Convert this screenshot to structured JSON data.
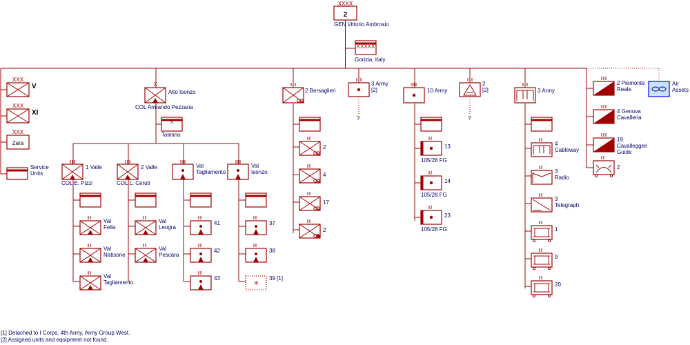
{
  "hq": {
    "echelon": "XXXX",
    "number": "2",
    "commander": "GEN  Vittorio Ambrosio"
  },
  "hq_base": {
    "echelon": "XXXXX",
    "location": "Gorizia, Italy"
  },
  "corps_v": {
    "echelon": "XXX",
    "label": "V"
  },
  "corps_xi": {
    "echelon": "XXX",
    "label": "XI"
  },
  "corps_zara": {
    "echelon": "XXX",
    "label": "Zara"
  },
  "service_units": {
    "label": "Service Units"
  },
  "alto_isonzo": {
    "echelon": "X",
    "name": "Alto Isonzo",
    "commander": "COL  Armando Pezzana"
  },
  "tolmino": {
    "echelon": "X",
    "name": "Tolmino"
  },
  "valle1": {
    "name": "1 Valle",
    "commander": "COL  E. Pizzi"
  },
  "valle2": {
    "name": "2 Valle",
    "commander": "COL  L. Ceruti"
  },
  "val_tagliamento_grp": {
    "name": "Val Tagliamento"
  },
  "val_isonzo_grp": {
    "name": "Val Isonzo"
  },
  "valle1_bns": [
    "Val Fella",
    "Val Natisone",
    "Val Tagliamento"
  ],
  "valle2_bns": [
    "Val Leogra",
    "Val Pescara"
  ],
  "vt_bns": [
    "41",
    "42",
    "43"
  ],
  "vi_bns": [
    "37",
    "38",
    "39 [1]"
  ],
  "bersaglieri": {
    "name": "2 Bersaglieri",
    "bns": [
      "2",
      "4",
      "17",
      "2"
    ]
  },
  "army3_a": {
    "name": "3 Army [2]",
    "unknown": "?"
  },
  "army10": {
    "name": "10 Army",
    "bns": [
      "13",
      "14",
      "23"
    ],
    "caption": "105/28 FG"
  },
  "reg2": {
    "name": "2 [2]",
    "unknown": "?"
  },
  "army3_b": {
    "name": "3 Army",
    "bns": [
      "4 Cableway",
      "3 Radio",
      "3 Telegraph",
      "1",
      "9",
      "20"
    ]
  },
  "cavalry": [
    "2 Piemonte Reale",
    "4 Genova Cavalleria",
    "19 Cavalleggeri Guide"
  ],
  "cav_engineer": {
    "label": "2"
  },
  "air": {
    "label": "Air Assets"
  },
  "footnotes": [
    "[1] Detached to I Corps, 4th Army, Army Group West.",
    "[2] Assigned units and equipment not found."
  ],
  "colors": {
    "line": "#a00000",
    "air": "#0000ff",
    "text": "#000066"
  }
}
